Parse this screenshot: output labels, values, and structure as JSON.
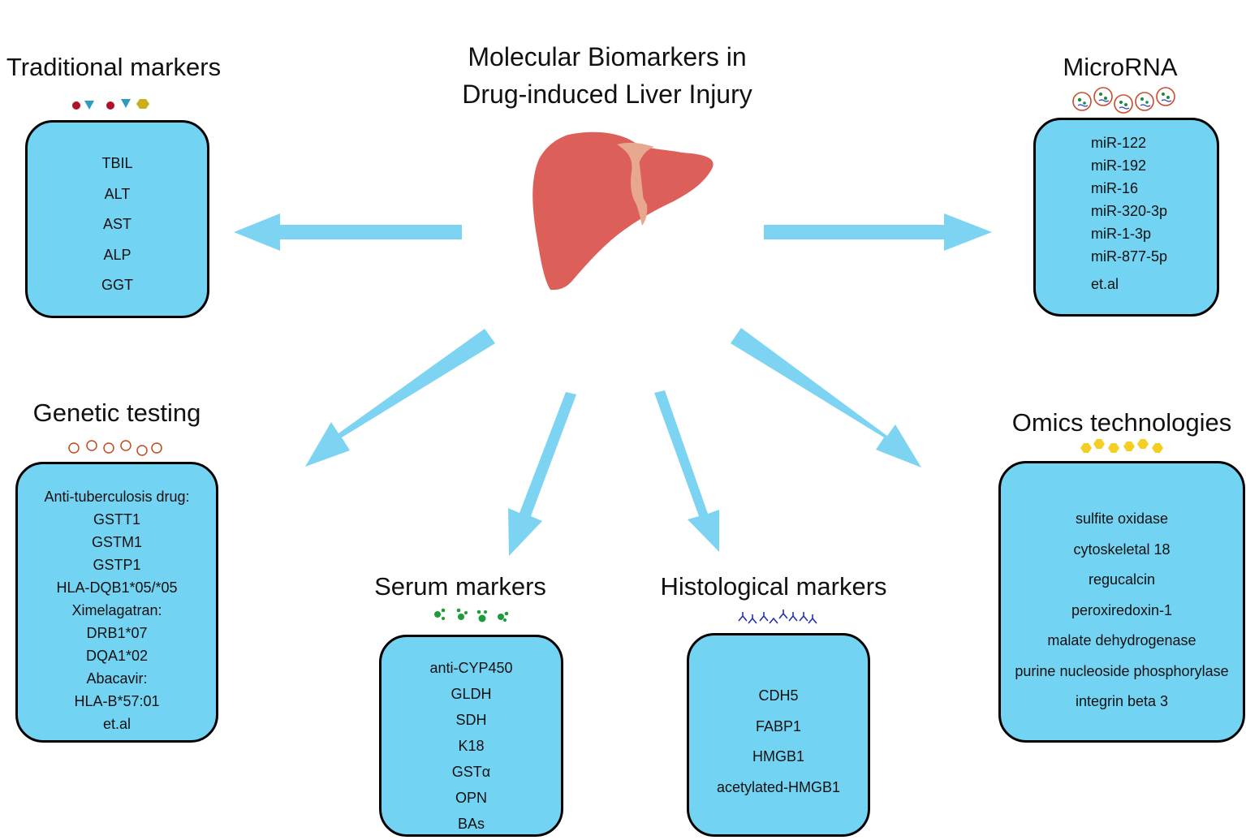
{
  "title": {
    "line1": "Molecular Biomarkers in",
    "line2": "Drug-induced Liver Injury"
  },
  "colors": {
    "box_fill": "#72d3f2",
    "arrow": "#7dd4f2",
    "liver": "#dd5f59",
    "liver_light": "#e8a890"
  },
  "categories": {
    "traditional": {
      "title": "Traditional markers",
      "icon": "mixed-molecule-icons",
      "items": [
        "TBIL",
        "ALT",
        "AST",
        "ALP",
        "GGT"
      ]
    },
    "microrna": {
      "title": "MicroRNA",
      "icon": "exosome-icons",
      "items": [
        "miR-122",
        "miR-192",
        "miR-16",
        "miR-320-3p",
        "miR-1-3p",
        "miR-877-5p",
        "et.al"
      ]
    },
    "genetic": {
      "title": "Genetic testing",
      "icon": "open-circle-icons",
      "items": [
        "Anti-tuberculosis drug:",
        "GSTT1",
        "GSTM1",
        "GSTP1",
        "HLA-DQB1*05/*05",
        "Ximelagatran:",
        "DRB1*07",
        "DQA1*02",
        "Abacavir:",
        "HLA-B*57:01",
        "et.al"
      ]
    },
    "serum": {
      "title": "Serum markers",
      "icon": "green-dot-cluster-icons",
      "items": [
        "anti-CYP450",
        "GLDH",
        "SDH",
        "K18",
        "GSTα",
        "OPN",
        "BAs"
      ]
    },
    "histological": {
      "title": "Histological markers",
      "icon": "antibody-icons",
      "items": [
        "CDH5",
        "FABP1",
        "HMGB1",
        "acetylated-HMGB1"
      ]
    },
    "omics": {
      "title": "Omics technologies",
      "icon": "yellow-hexagon-icons",
      "items": [
        "sulfite oxidase",
        "cytoskeletal 18",
        "regucalcin",
        "peroxiredoxin-1",
        "malate dehydrogenase",
        "purine nucleoside phosphorylase",
        "integrin beta 3"
      ]
    }
  }
}
